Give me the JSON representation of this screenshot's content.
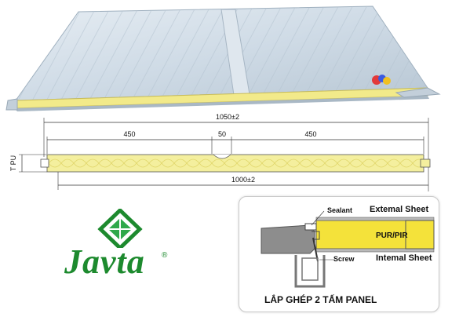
{
  "dimensions": {
    "overall_width": "1050±2",
    "effective_width": "1000±2",
    "left_segment": "450",
    "center_gap": "50",
    "right_segment": "450",
    "thickness_label": "T PU"
  },
  "joint_detail": {
    "sealant": "Sealant",
    "external_sheet": "Extemal Sheet",
    "core": "PUR/PIR",
    "screw": "Screw",
    "internal_sheet": "Intemal Sheet",
    "caption": "LẮP GHÉP 2 TẤM PANEL"
  },
  "brand": {
    "name": "Javta",
    "registered": "®"
  },
  "colors": {
    "sheet": "#c9d6e2",
    "core": "#f2ea8a",
    "brand_green": "#1d8a2e",
    "steel_grey": "#8d8d8d"
  },
  "icons": {
    "logo_mark": "javta-logo-icon"
  }
}
